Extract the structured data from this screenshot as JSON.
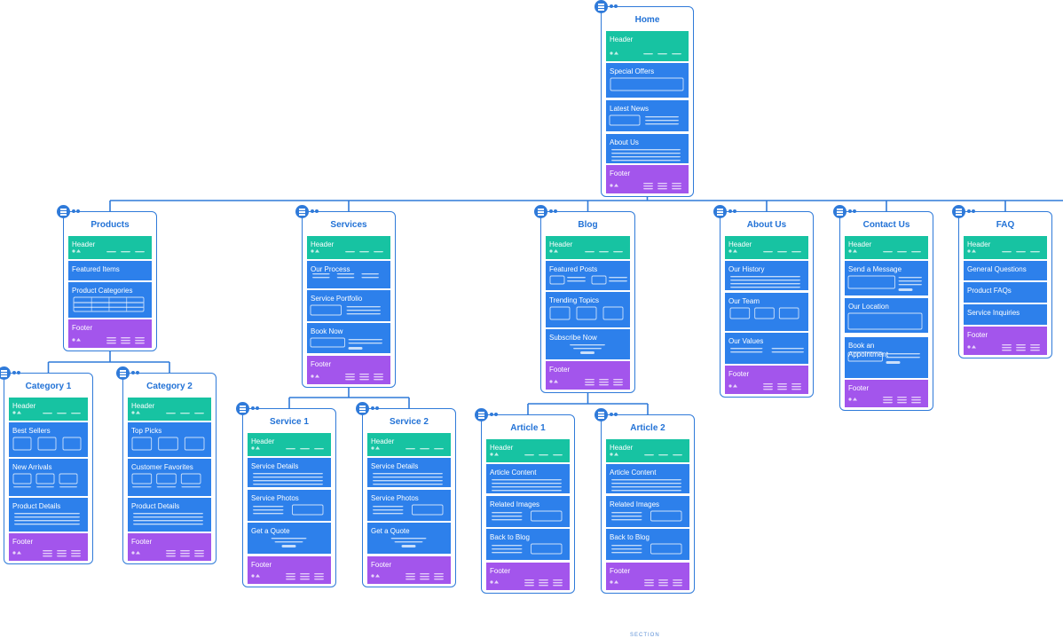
{
  "sitemap": {
    "pages": [
      {
        "id": "home",
        "title": "Home",
        "sections": [
          {
            "type": "header",
            "label": "Header"
          },
          {
            "type": "content",
            "label": "Special Offers",
            "variant": "slider"
          },
          {
            "type": "content",
            "label": "Latest News",
            "variant": "image-text"
          },
          {
            "type": "content",
            "label": "About Us",
            "variant": "text"
          },
          {
            "type": "footer",
            "label": "Footer"
          }
        ]
      },
      {
        "id": "products",
        "title": "Products",
        "sections": [
          {
            "type": "header",
            "label": "Header"
          },
          {
            "type": "content",
            "label": "Featured Items",
            "variant": "none"
          },
          {
            "type": "content",
            "label": "Product Categories",
            "variant": "table"
          },
          {
            "type": "footer",
            "label": "Footer"
          }
        ]
      },
      {
        "id": "services",
        "title": "Services",
        "sections": [
          {
            "type": "header",
            "label": "Header"
          },
          {
            "type": "content",
            "label": "Our Process",
            "variant": "steps"
          },
          {
            "type": "content",
            "label": "Service Portfolio",
            "variant": "image-text"
          },
          {
            "type": "content",
            "label": "Book Now",
            "variant": "form"
          },
          {
            "type": "footer",
            "label": "Footer"
          }
        ]
      },
      {
        "id": "blog",
        "title": "Blog",
        "sections": [
          {
            "type": "header",
            "label": "Header"
          },
          {
            "type": "content",
            "label": "Featured Posts",
            "variant": "posts"
          },
          {
            "type": "content",
            "label": "Trending Topics",
            "variant": "slider3"
          },
          {
            "type": "content",
            "label": "Subscribe Now",
            "variant": "cta"
          },
          {
            "type": "footer",
            "label": "Footer"
          }
        ]
      },
      {
        "id": "about",
        "title": "About Us",
        "sections": [
          {
            "type": "header",
            "label": "Header"
          },
          {
            "type": "content",
            "label": "Our History",
            "variant": "text"
          },
          {
            "type": "content",
            "label": "Our Team",
            "variant": "team"
          },
          {
            "type": "content",
            "label": "Our Values",
            "variant": "twocol"
          },
          {
            "type": "footer",
            "label": "Footer"
          }
        ]
      },
      {
        "id": "contact",
        "title": "Contact Us",
        "sections": [
          {
            "type": "header",
            "label": "Header"
          },
          {
            "type": "content",
            "label": "Send a Message",
            "variant": "msgform"
          },
          {
            "type": "content",
            "label": "Our Location",
            "variant": "map"
          },
          {
            "type": "content",
            "label": "Book an Appointment",
            "variant": "form"
          },
          {
            "type": "footer",
            "label": "Footer"
          }
        ]
      },
      {
        "id": "faq",
        "title": "FAQ",
        "sections": [
          {
            "type": "header",
            "label": "Header"
          },
          {
            "type": "content",
            "label": "General Questions",
            "variant": "none"
          },
          {
            "type": "content",
            "label": "Product FAQs",
            "variant": "none"
          },
          {
            "type": "content",
            "label": "Service Inquiries",
            "variant": "none"
          },
          {
            "type": "footer",
            "label": "Footer"
          }
        ]
      },
      {
        "id": "cat1",
        "title": "Category 1",
        "sections": [
          {
            "type": "header",
            "label": "Header"
          },
          {
            "type": "content",
            "label": "Best Sellers",
            "variant": "slider3"
          },
          {
            "type": "content",
            "label": "New Arrivals",
            "variant": "grid3"
          },
          {
            "type": "content",
            "label": "Product Details",
            "variant": "text"
          },
          {
            "type": "footer",
            "label": "Footer"
          }
        ]
      },
      {
        "id": "cat2",
        "title": "Category 2",
        "sections": [
          {
            "type": "header",
            "label": "Header"
          },
          {
            "type": "content",
            "label": "Top Picks",
            "variant": "slider3"
          },
          {
            "type": "content",
            "label": "Customer Favorites",
            "variant": "grid3"
          },
          {
            "type": "content",
            "label": "Product Details",
            "variant": "text"
          },
          {
            "type": "footer",
            "label": "Footer"
          }
        ]
      },
      {
        "id": "svc1",
        "title": "Service 1",
        "sections": [
          {
            "type": "header",
            "label": "Header"
          },
          {
            "type": "content",
            "label": "Service Details",
            "variant": "text"
          },
          {
            "type": "content",
            "label": "Service Photos",
            "variant": "text-image"
          },
          {
            "type": "content",
            "label": "Get a Quote",
            "variant": "cta"
          },
          {
            "type": "footer",
            "label": "Footer"
          }
        ]
      },
      {
        "id": "svc2",
        "title": "Service 2",
        "sections": [
          {
            "type": "header",
            "label": "Header"
          },
          {
            "type": "content",
            "label": "Service Details",
            "variant": "text"
          },
          {
            "type": "content",
            "label": "Service Photos",
            "variant": "text-image"
          },
          {
            "type": "content",
            "label": "Get a Quote",
            "variant": "cta"
          },
          {
            "type": "footer",
            "label": "Footer"
          }
        ]
      },
      {
        "id": "art1",
        "title": "Article 1",
        "sections": [
          {
            "type": "header",
            "label": "Header"
          },
          {
            "type": "content",
            "label": "Article Content",
            "variant": "text"
          },
          {
            "type": "content",
            "label": "Related Images",
            "variant": "text-image"
          },
          {
            "type": "content",
            "label": "Back to Blog",
            "variant": "text-image"
          },
          {
            "type": "footer",
            "label": "Footer"
          }
        ]
      },
      {
        "id": "art2",
        "title": "Article 2",
        "sections": [
          {
            "type": "header",
            "label": "Header"
          },
          {
            "type": "content",
            "label": "Article Content",
            "variant": "text"
          },
          {
            "type": "content",
            "label": "Related Images",
            "variant": "text-image"
          },
          {
            "type": "content",
            "label": "Back to Blog",
            "variant": "text-image"
          },
          {
            "type": "footer",
            "label": "Footer"
          }
        ]
      }
    ],
    "links": [
      [
        "home",
        "products"
      ],
      [
        "home",
        "services"
      ],
      [
        "home",
        "blog"
      ],
      [
        "home",
        "about"
      ],
      [
        "home",
        "contact"
      ],
      [
        "home",
        "faq"
      ],
      [
        "products",
        "cat1"
      ],
      [
        "products",
        "cat2"
      ],
      [
        "services",
        "svc1"
      ],
      [
        "services",
        "svc2"
      ],
      [
        "blog",
        "art1"
      ],
      [
        "blog",
        "art2"
      ]
    ],
    "colors": {
      "line": "#2f7ad9",
      "header": "#17c3a2",
      "content": "#2d80eb",
      "footer": "#a355ec",
      "title": "#2272d6"
    }
  },
  "footer_text": "SECTION"
}
